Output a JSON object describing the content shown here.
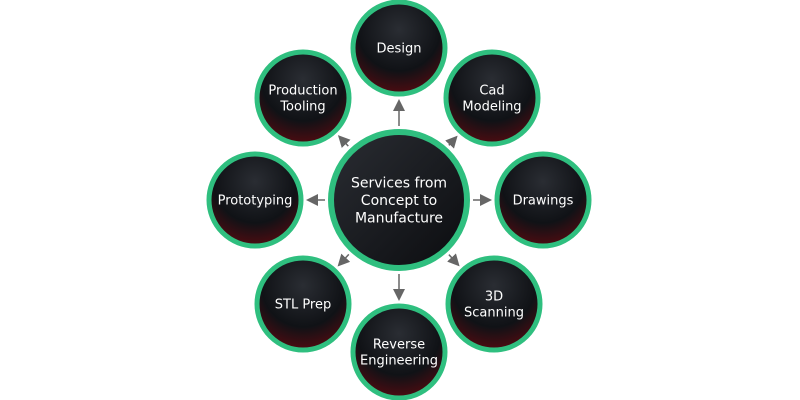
{
  "center": {
    "lines": [
      "Services from",
      "Concept to",
      "Manufacture"
    ]
  },
  "nodes": [
    {
      "id": "design",
      "lines": [
        "Design"
      ]
    },
    {
      "id": "cad-modeling",
      "lines": [
        "Cad",
        "Modeling"
      ]
    },
    {
      "id": "drawings",
      "lines": [
        "Drawings"
      ]
    },
    {
      "id": "3d-scanning",
      "lines": [
        "3D",
        "Scanning"
      ]
    },
    {
      "id": "reverse-engineering",
      "lines": [
        "Reverse",
        "Engineering"
      ]
    },
    {
      "id": "stl-prep",
      "lines": [
        "STL Prep"
      ]
    },
    {
      "id": "prototyping",
      "lines": [
        "Prototyping"
      ]
    },
    {
      "id": "production-tooling",
      "lines": [
        "Production",
        "Tooling"
      ]
    }
  ],
  "colors": {
    "ring": "#2fbf7f",
    "fill": "#121418",
    "glow": "#5a0a10",
    "arrow": "#666666"
  }
}
